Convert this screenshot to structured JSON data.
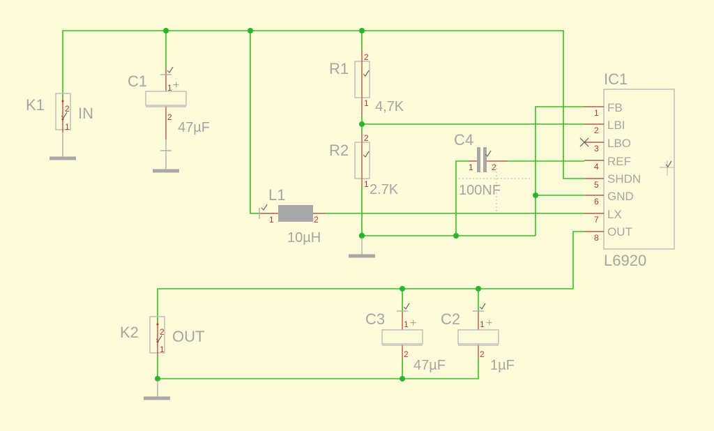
{
  "components": {
    "K1": {
      "ref": "K1",
      "label": "IN",
      "pin1": "1",
      "pin2": "2"
    },
    "K2": {
      "ref": "K2",
      "label": "OUT",
      "pin1": "1",
      "pin2": "2"
    },
    "C1": {
      "ref": "C1",
      "value": "47µF",
      "pin1": "1",
      "pin2": "2",
      "polarity": "+"
    },
    "C2": {
      "ref": "C2",
      "value": "1µF",
      "pin1": "1",
      "pin2": "2",
      "polarity": "+"
    },
    "C3": {
      "ref": "C3",
      "value": "47µF",
      "pin1": "1",
      "pin2": "2",
      "polarity": "+"
    },
    "C4": {
      "ref": "C4",
      "value": "100NF",
      "pin1": "1",
      "pin2": "2"
    },
    "R1": {
      "ref": "R1",
      "value": "4,7K",
      "pin1": "1",
      "pin2": "2"
    },
    "R2": {
      "ref": "R2",
      "value": "2.7K",
      "pin1": "1",
      "pin2": "2"
    },
    "L1": {
      "ref": "L1",
      "value": "10µH",
      "pin1": "1",
      "pin2": "2"
    },
    "IC1": {
      "ref": "IC1",
      "part": "L6920",
      "pins": [
        {
          "num": "1",
          "name": "FB"
        },
        {
          "num": "2",
          "name": "LBI"
        },
        {
          "num": "3",
          "name": "LBO"
        },
        {
          "num": "4",
          "name": "REF"
        },
        {
          "num": "5",
          "name": "SHDN"
        },
        {
          "num": "6",
          "name": "GND"
        },
        {
          "num": "7",
          "name": "LX"
        },
        {
          "num": "8",
          "name": "OUT"
        }
      ]
    }
  },
  "colors": {
    "background": "#fdfbd9",
    "wire": "#33c11e",
    "junction": "#27b52a",
    "pin_lead": "#b03a2e",
    "symbol": "#b5b5b5",
    "text": "#a5a5a5"
  }
}
